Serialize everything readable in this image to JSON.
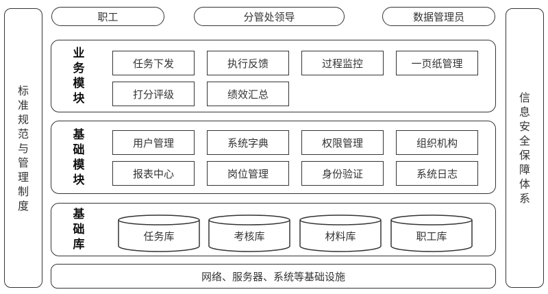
{
  "left_panel": {
    "text": "标准规范与管理制度"
  },
  "right_panel": {
    "text": "信息安全保障体系"
  },
  "roles": [
    "职工",
    "分管处领导",
    "数据管理员"
  ],
  "business_section": {
    "label": "业务模块",
    "modules": [
      "任务下发",
      "执行反馈",
      "过程监控",
      "一页纸管理",
      "打分评级",
      "绩效汇总"
    ]
  },
  "base_section": {
    "label": "基础模块",
    "modules": [
      "用户管理",
      "系统字典",
      "权限管理",
      "组织机构",
      "报表中心",
      "岗位管理",
      "身份验证",
      "系统日志"
    ]
  },
  "database_section": {
    "label": "基础库",
    "databases": [
      "任务库",
      "考核库",
      "材料库",
      "职工库"
    ]
  },
  "infrastructure": {
    "text": "网络、服务器、系统等基础设施"
  }
}
